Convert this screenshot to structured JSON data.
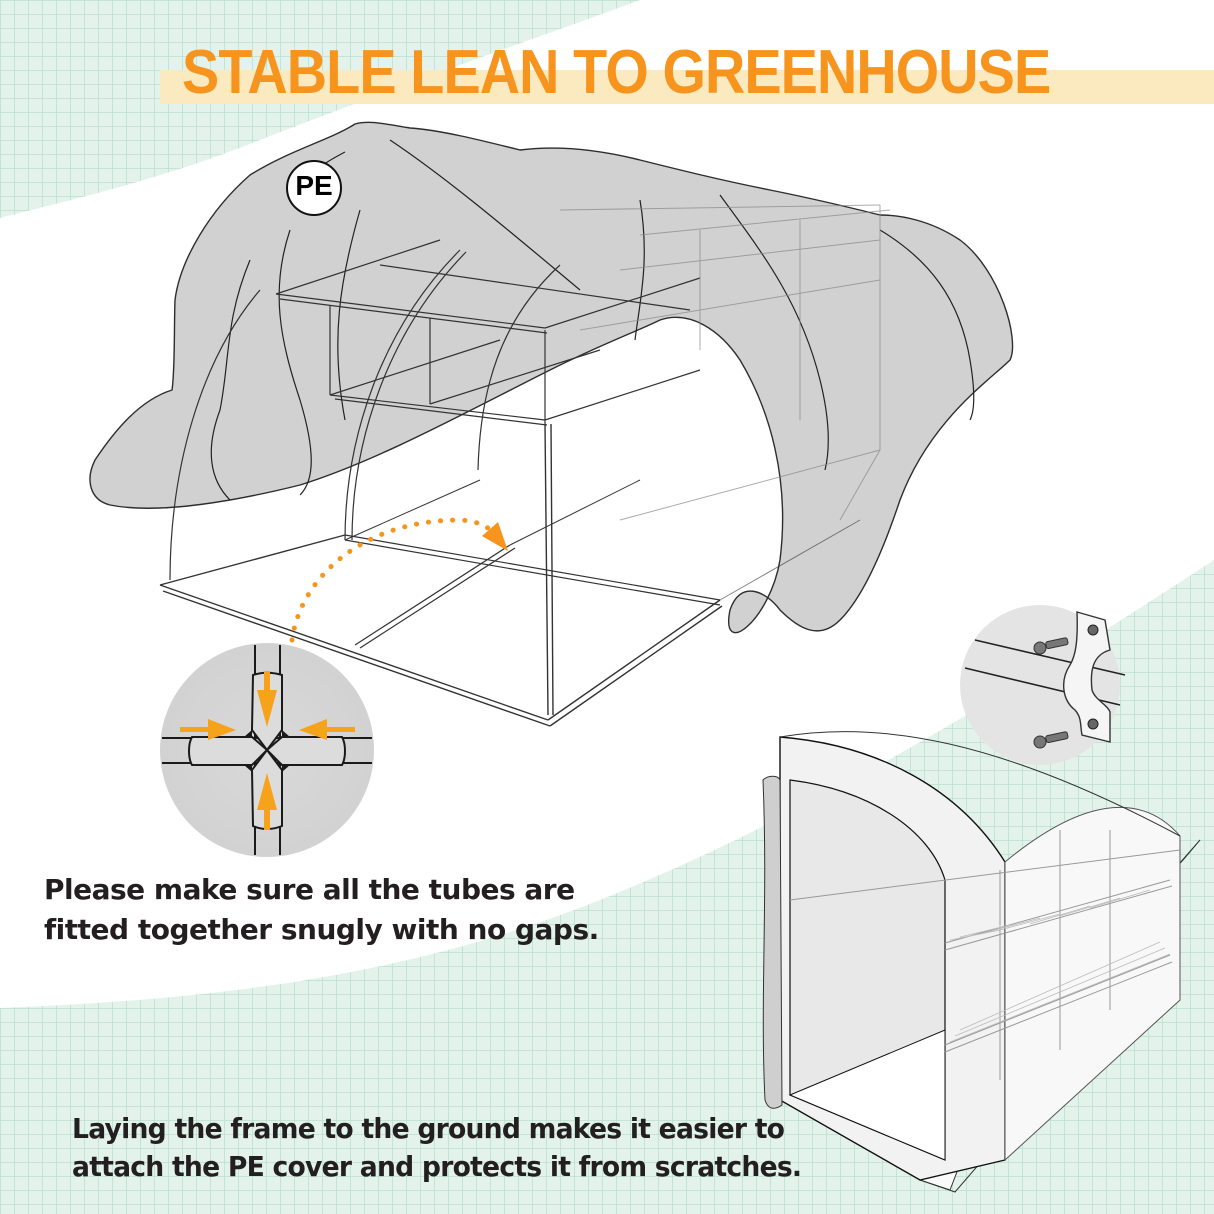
{
  "header": {
    "title": "STABLE LEAN TO GREENHOUSE"
  },
  "illustration_main": {
    "cover_badge": "PE",
    "description": "PE cover being pulled over a tube-frame greenhouse laid on the ground"
  },
  "detail_joint": {
    "description": "Four-way tube connector with arrows pointing inward"
  },
  "detail_clip": {
    "description": "U-shaped pipe clamp with two screws"
  },
  "illustration_assembled": {
    "description": "Assembled lean-to greenhouse with shelving"
  },
  "captions": {
    "fit_line1": "Please make sure all the tubes are",
    "fit_line2": "fitted together snugly with no gaps.",
    "ground_line1": "Laying the frame to the ground makes it easier to",
    "ground_line2": "attach the PE cover and protects it from scratches."
  },
  "colors": {
    "accent_orange": "#f7941d",
    "title_band": "#fbe9bf",
    "grid_bg": "#e3f3ec",
    "grid_line": "#b9e0d1",
    "cover_gray": "#cfcfcf",
    "text_dark": "#231f20"
  }
}
